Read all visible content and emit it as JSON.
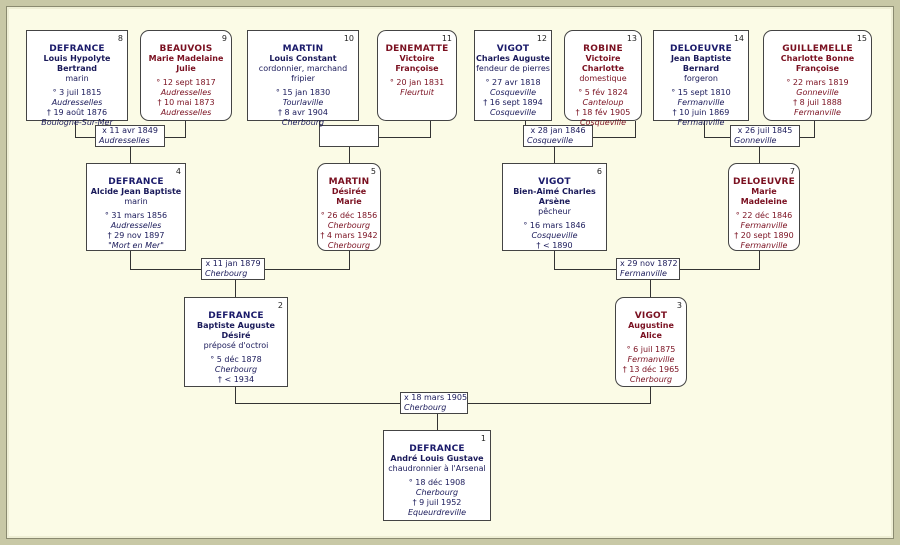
{
  "people": {
    "p1": {
      "num": "1",
      "sur": "DEFRANCE",
      "given": "André Louis Gustave",
      "occ": "chaudronnier à l'Arsenal",
      "birth": "° 18 déc 1908",
      "birth_place": "Cherbourg",
      "death": "† 9 juil 1952",
      "death_place": "Equeurdreville"
    },
    "p2": {
      "num": "2",
      "sur": "DEFRANCE",
      "given": "Baptiste Auguste Désiré",
      "occ": "préposé d'octroi",
      "birth": "° 5 déc 1878",
      "birth_place": "Cherbourg",
      "death": "† < 1934"
    },
    "p3": {
      "num": "3",
      "sur": "VIGOT",
      "given": "Augustine Alice",
      "birth": "° 6 juil 1875",
      "birth_place": "Fermanville",
      "death": "† 13 déc 1965",
      "death_place": "Cherbourg"
    },
    "p4": {
      "num": "4",
      "sur": "DEFRANCE",
      "given": "Alcide Jean Baptiste",
      "occ": "marin",
      "birth": "° 31 mars 1856",
      "birth_place": "Audresselles",
      "death": "† 29 nov 1897",
      "death_place": "\"Mort en Mer\""
    },
    "p5": {
      "num": "5",
      "sur": "MARTIN",
      "given": "Désirée Marie",
      "birth": "° 26 déc 1856",
      "birth_place": "Cherbourg",
      "death": "† 4 mars 1942",
      "death_place": "Cherbourg"
    },
    "p6": {
      "num": "6",
      "sur": "VIGOT",
      "given": "Bien-Aimé Charles Arsène",
      "occ": "pêcheur",
      "birth": "° 16 mars 1846",
      "birth_place": "Cosqueville",
      "death": "† < 1890"
    },
    "p7": {
      "num": "7",
      "sur": "DELOEUVRE",
      "given": "Marie Madeleine",
      "birth": "° 22 déc 1846",
      "birth_place": "Fermanville",
      "death": "† 20 sept 1890",
      "death_place": "Fermanville"
    },
    "p8": {
      "num": "8",
      "sur": "DEFRANCE",
      "given": "Louis Hypolyte Bertrand",
      "occ": "marin",
      "birth": "° 3 juil 1815",
      "birth_place": "Audresselles",
      "death": "† 19 août 1876",
      "death_place": "Boulogne-Sur-Mer"
    },
    "p9": {
      "num": "9",
      "sur": "BEAUVOIS",
      "given": "Marie Madelaine Julie",
      "birth": "° 12 sept 1817",
      "birth_place": "Audresselles",
      "death": "† 10 mai 1873",
      "death_place": "Audresselles"
    },
    "p10": {
      "num": "10",
      "sur": "MARTIN",
      "given": "Louis Constant",
      "occ": "cordonnier, marchand fripier",
      "birth": "° 15 jan 1830",
      "birth_place": "Tourlaville",
      "death": "† 8 avr 1904",
      "death_place": "Cherbourg"
    },
    "p11": {
      "num": "11",
      "sur": "DENEMATTE",
      "given": "Victoire Françoise",
      "birth": "° 20 jan 1831",
      "birth_place": "Fleurtuit"
    },
    "p12": {
      "num": "12",
      "sur": "VIGOT",
      "given": "Charles Auguste",
      "occ": "fendeur de pierres",
      "birth": "° 27 avr 1818",
      "birth_place": "Cosqueville",
      "death": "† 16 sept 1894",
      "death_place": "Cosqueville"
    },
    "p13": {
      "num": "13",
      "sur": "ROBINE",
      "given": "Victoire Charlotte",
      "occ": "domestique",
      "birth": "° 5 fév 1824",
      "birth_place": "Canteloup",
      "death": "† 18 fév 1905",
      "death_place": "Cosqueville"
    },
    "p14": {
      "num": "14",
      "sur": "DELOEUVRE",
      "given": "Jean Baptiste Bernard",
      "occ": "forgeron",
      "birth": "° 15 sept 1810",
      "birth_place": "Fermanville",
      "death": "† 10 juin 1869",
      "death_place": "Fermanville"
    },
    "p15": {
      "num": "15",
      "sur": "GUILLEMELLE",
      "given": "Charlotte Bonne Françoise",
      "birth": "° 22 mars 1819",
      "birth_place": "Gonneville",
      "death": "† 8 juil 1888",
      "death_place": "Fermanville"
    }
  },
  "marriages": {
    "m1": {
      "date": "x 18 mars 1905",
      "place": "Cherbourg"
    },
    "m2": {
      "date": "x 11 jan 1879",
      "place": "Cherbourg"
    },
    "m3": {
      "date": "x 29 nov 1872",
      "place": "Fermanville"
    },
    "m4": {
      "date": "x 11 avr 1849",
      "place": "Audresselles"
    },
    "m5": {
      "date": "",
      "place": ""
    },
    "m6": {
      "date": "x 28 jan 1846",
      "place": "Cosqueville"
    },
    "m7": {
      "date": "x 26 juil 1845",
      "place": "Gonneville"
    }
  }
}
